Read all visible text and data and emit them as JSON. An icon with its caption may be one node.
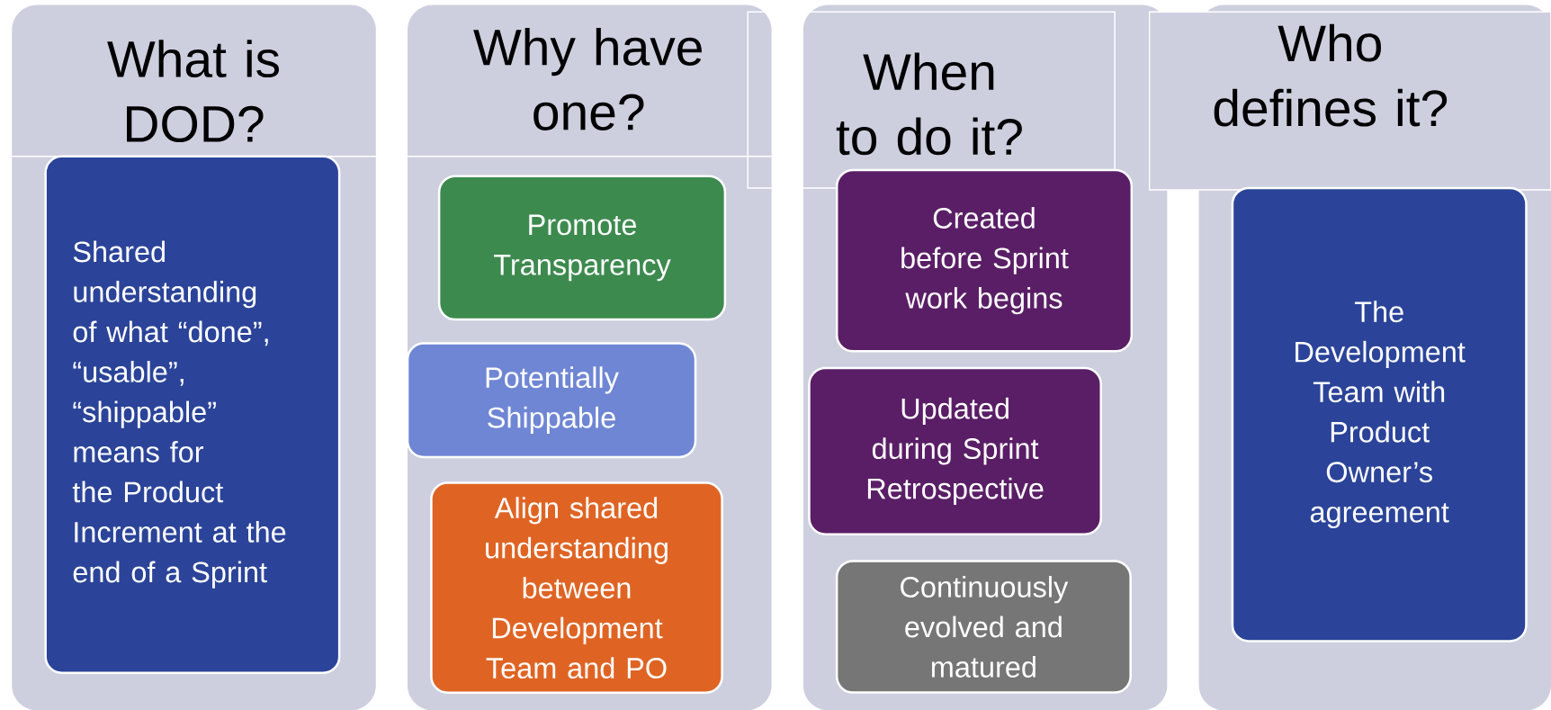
{
  "diagram": {
    "nodes": [
      {
        "text": [
          "What is DOD?"
        ]
      },
      {
        "text": [
          "Shared understanding of what “done”, “usable”, “shippable” means for the Product Increment at the end of a Sprint"
        ],
        "in": 0
      },
      {
        "text": [
          "Why have one?"
        ]
      },
      {
        "text": [
          "Promote Transparency"
        ],
        "in": 2
      },
      {
        "text": [
          "Potentially Shippable"
        ],
        "in": 2
      },
      {
        "text": [
          "Align shared understanding between Development Team and PO"
        ],
        "in": 2
      },
      {
        "text": [
          "When to do it?"
        ]
      },
      {
        "text": [
          "Created before Sprint work begins"
        ],
        "in": 6
      },
      {
        "text": [
          "Updated during Sprint Retrospective"
        ],
        "in": 6
      },
      {
        "text": [
          "Continuously evolved and matured"
        ],
        "in": 6
      },
      {
        "text": [
          "Who defines it?"
        ]
      },
      {
        "text": [
          "The Development Team with Product Owner’s agreement"
        ],
        "in": 10
      }
    ],
    "edges": []
  }
}
